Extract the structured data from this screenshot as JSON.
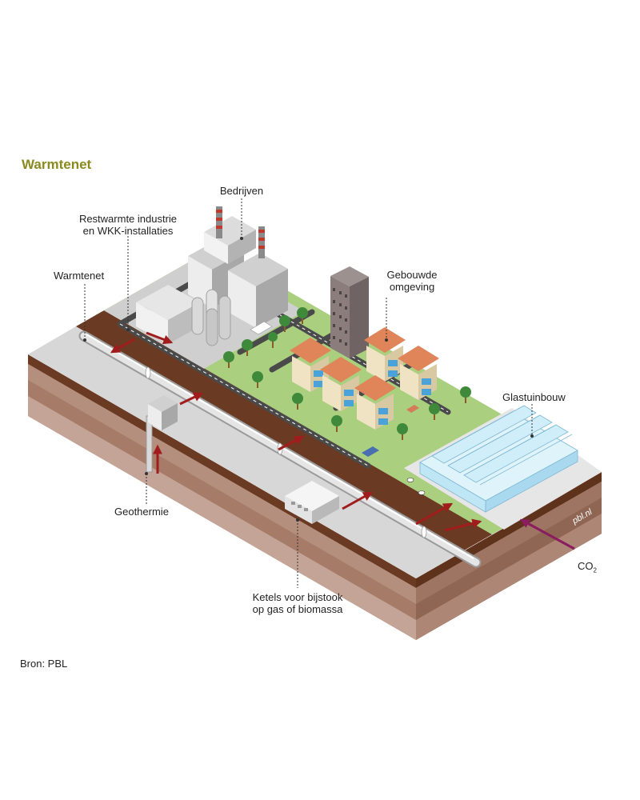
{
  "title": "Warmtenet",
  "labels": {
    "bedrijven": "Bedrijven",
    "restwarmte_line1": "Restwarmte industrie",
    "restwarmte_line2": "en WKK-installaties",
    "warmtenet": "Warmtenet",
    "gebouwde_line1": "Gebouwde",
    "gebouwde_line2": "omgeving",
    "glastuinbouw": "Glastuinbouw",
    "geothermie": "Geothermie",
    "ketels_line1": "Ketels voor bijstook",
    "ketels_line2": "op gas of biomassa",
    "co2_main": "CO",
    "co2_sub": "2",
    "watermark": "pbl.nl"
  },
  "source": "Bron: PBL",
  "colors": {
    "title": "#8a8a1e",
    "soil_top": "#6b3a22",
    "soil_layer1": "#b58f7d",
    "soil_layer2": "#a67b68",
    "soil_layer3": "#c4a496",
    "grass": "#a9cf7f",
    "road": "#4a4a4a",
    "pipe": "#d9d9d9",
    "arrow": "#a11d1d",
    "co2_arrow": "#8a1d5e",
    "roof": "#e0845a",
    "wall": "#efe3c4",
    "window": "#4aa3d8",
    "greenhouse": "#bfe6f5"
  }
}
